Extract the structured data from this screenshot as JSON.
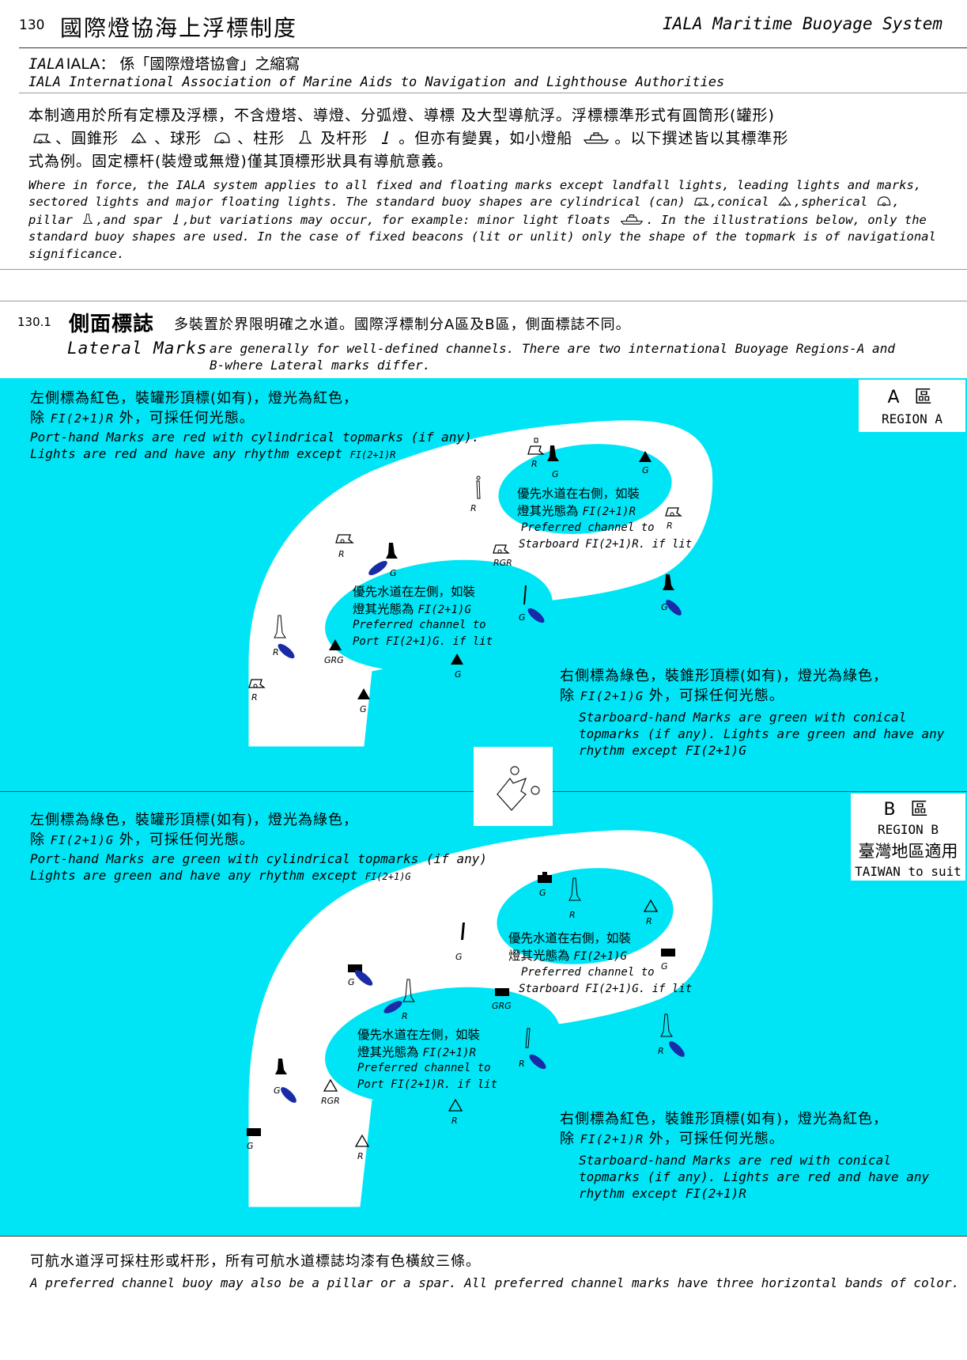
{
  "header": {
    "page_number": "130",
    "title_zh": "國際燈協海上浮標制度",
    "title_en": "IALA Maritime Buoyage System"
  },
  "iala": {
    "line_zh": "IALA： 係「國際燈塔協會」之縮寫",
    "line_en": "IALA International Association of Marine Aids to Navigation and Lighthouse Authorities"
  },
  "intro": {
    "zh_1": "本制適用於所有定標及浮標，不含燈塔、導燈、分弧燈、導標 及大型導航浮。浮標標準形式有圓筒形(罐形)",
    "zh_2a": "、圓錐形",
    "zh_2b": "、球形",
    "zh_2c": "、柱形",
    "zh_2d": "及杆形",
    "zh_2e": "。但亦有變異，如小燈船",
    "zh_2f": "。以下撰述皆以其標準形",
    "zh_3": "式為例。固定標杆(裝燈或無燈)僅其頂標形狀具有導航意義。",
    "en_1": "Where in force, the IALA system applies to all fixed and floating marks except landfall lights, leading lights and marks,",
    "en_2a": "sectored lights and major floating lights. The standard buoy shapes are cylindrical (can)",
    "en_2b": ",conical",
    "en_2c": ",spherical",
    "en_2d": ",",
    "en_3a": "pillar",
    "en_3b": ",and spar",
    "en_3c": ",but variations may occur, for example: minor light floats",
    "en_3d": ". In the illustrations below, only the",
    "en_4": "standard buoy shapes are used. In the case of fixed beacons (lit or unlit) only  the shape of the topmark is of navigational",
    "en_5": "significance."
  },
  "section": {
    "number": "130.1",
    "title_zh": "側面標誌",
    "desc_zh": "多裝置於界限明確之水道。國際浮標制分A區及B區，側面標誌不同。",
    "title_en": "Lateral Marks",
    "desc_en_1": "are generally for well-defined channels. There are two international Buoyage Regions-A and",
    "desc_en_2": "B-where Lateral marks differ."
  },
  "region_a": {
    "label_zh": "A 區",
    "label_en": "REGION  A",
    "port_zh_1": "左側標為紅色，裝罐形頂標(如有)，燈光為紅色，",
    "port_zh_2a": "除",
    "port_zh_2b": "FI(2+1)R",
    "port_zh_2c": "外，可採任何光態。",
    "port_en_1": "Port-hand Marks are red with cylindrical topmarks (if any).",
    "port_en_2": "Lights are red and have any rhythm except",
    "port_en_2b": "FI(2+1)R",
    "pref_right_zh_1": "優先水道在右側，如裝",
    "pref_right_zh_2a": "燈其光態為",
    "pref_right_zh_2b": "FI(2+1)R",
    "pref_right_en_1": "Preferred channel to",
    "pref_right_en_2": "Starboard FI(2+1)R. if lit",
    "pref_left_zh_1": "優先水道在左側，如裝",
    "pref_left_zh_2a": "燈其光態為",
    "pref_left_zh_2b": "FI(2+1)G",
    "pref_left_en_1": "Preferred channel to",
    "pref_left_en_2": "Port FI(2+1)G. if lit",
    "stbd_zh_1": "右側標為綠色，裝錐形頂標(如有)，燈光為綠色，",
    "stbd_zh_2a": "除",
    "stbd_zh_2b": "FI(2+1)G",
    "stbd_zh_2c": "外，可採任何光態。",
    "stbd_en_1": "Starboard-hand Marks are green with conical",
    "stbd_en_2": "topmarks (if any). Lights are green and have any",
    "stbd_en_3": "rhythm except FI(2+1)G",
    "marks": [
      "R",
      "R",
      "R",
      "G",
      "G",
      "G",
      "R",
      "RGR",
      "G",
      "R",
      "G",
      "GRG",
      "G",
      "R",
      "G"
    ]
  },
  "region_b": {
    "label_zh": "B 區",
    "label_en": "REGION  B",
    "taiwan_zh": "臺灣地區適用",
    "taiwan_en": "TAIWAN to suit",
    "port_zh_1": "左側標為綠色，裝罐形頂標(如有)，燈光為綠色，",
    "port_zh_2a": "除",
    "port_zh_2b": "FI(2+1)G",
    "port_zh_2c": "外，可採任何光態。",
    "port_en_1": "Port-hand Marks are green with cylindrical topmarks (if any)",
    "port_en_2": "Lights are green and have any rhythm except",
    "port_en_2b": "FI(2+1)G",
    "pref_right_zh_1": "優先水道在右側，如裝",
    "pref_right_zh_2a": "燈其光態為",
    "pref_right_zh_2b": "FI(2+1)G",
    "pref_right_en_1": "Preferred channel to",
    "pref_right_en_2": "Starboard FI(2+1)G. if lit",
    "pref_left_zh_1": "優先水道在左側，如裝",
    "pref_left_zh_2a": "燈其光態為",
    "pref_left_zh_2b": "FI(2+1)R",
    "pref_left_en_1": "Preferred channel to",
    "pref_left_en_2": "Port FI(2+1)R. if lit",
    "stbd_zh_1": "右側標為紅色，裝錐形頂標(如有)，燈光為紅色，",
    "stbd_zh_2a": "除",
    "stbd_zh_2b": "FI(2+1)R",
    "stbd_zh_2c": "外，可採任何光態。",
    "stbd_en_1": "Starboard-hand Marks are red with conical",
    "stbd_en_2": "topmarks (if any). Lights are red and have any",
    "stbd_en_3": "rhythm except FI(2+1)R"
  },
  "footer": {
    "zh": "可航水道浮可採柱形或杆形，所有可航水道標誌均漆有色橫紋三條。",
    "en": "A preferred channel buoy may also be a pillar or a spar. All preferred channel marks have three horizontal bands of color."
  },
  "colors": {
    "water": "#00e5f5",
    "light_flare": "#1a2ba8",
    "mark": "#000000"
  }
}
